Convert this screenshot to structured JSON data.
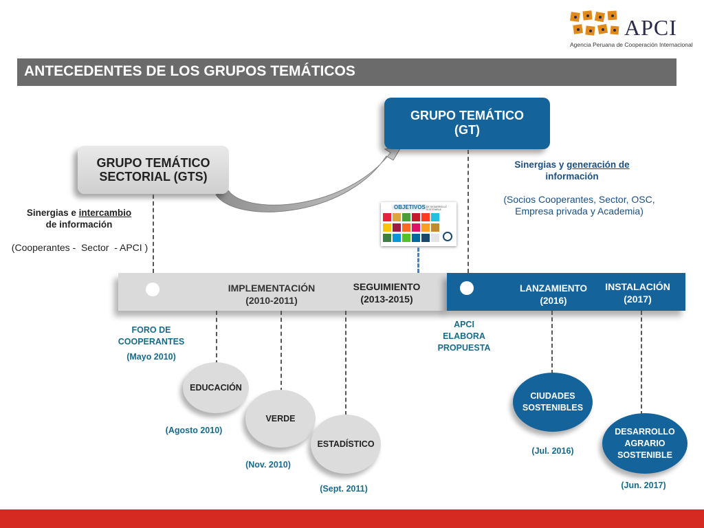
{
  "logo": {
    "name": "APCI",
    "tagline": "Agencia Peruana de Cooperación Internacional",
    "color": "#e08a1e"
  },
  "title": "ANTECEDENTES DE LOS GRUPOS TEMÁTICOS",
  "gts": {
    "line1": "GRUPO TEMÁTICO",
    "line2": "SECTORIAL (GTS)",
    "desc_prefix": "Sinergias e ",
    "desc_underline": "intercambio",
    "desc_line2": "de información",
    "members": "(Cooperantes -  Sector  - APCI )"
  },
  "gt": {
    "line1": "GRUPO TEMÁTICO",
    "line2": "(GT)",
    "desc_prefix": "Sinergias y ",
    "desc_underline": "generación de",
    "desc_line2": "información",
    "members_line1": "(Socios Cooperantes, Sector, OSC,",
    "members_line2": "Empresa privada y Academia)"
  },
  "sdg_card": {
    "title": "OBJETIVOS",
    "subtitle": "DE DESARROLLO SOSTENIBLE"
  },
  "timeline": {
    "implementacion": {
      "label": "IMPLEMENTACIÓN",
      "years": "(2010-2011)"
    },
    "seguimiento": {
      "label": "SEGUIMIENTO",
      "years": "(2013-2015)"
    },
    "lanzamiento": {
      "label": "LANZAMIENTO",
      "years": "(2016)"
    },
    "instalacion": {
      "label": "INSTALACIÓN",
      "years": "(2017)"
    }
  },
  "foro": {
    "line1": "FORO DE",
    "line2": "COOPERANTES",
    "date": "(Mayo 2010)"
  },
  "apci_prop": {
    "line1": "APCI",
    "line2": "ELABORA",
    "line3": "PROPUESTA"
  },
  "groups": {
    "educacion": {
      "label": "EDUCACIÓN",
      "date": "(Agosto 2010)"
    },
    "verde": {
      "label": "VERDE",
      "date": "(Nov. 2010)"
    },
    "estadistico": {
      "label": "ESTADÍSTICO",
      "date": "(Sept. 2011)"
    },
    "ciudades": {
      "line1": "CIUDADES",
      "line2": "SOSTENIBLES",
      "date": "(Jul. 2016)"
    },
    "desarrollo": {
      "line1": "DESARROLLO",
      "line2": "AGRARIO",
      "line3": "SOSTENIBLE",
      "date": "(Jun. 2017)"
    }
  },
  "colors": {
    "blue": "#14649b",
    "gray": "#6b6b6b",
    "red": "#d42a22",
    "teal": "#176a8a"
  }
}
